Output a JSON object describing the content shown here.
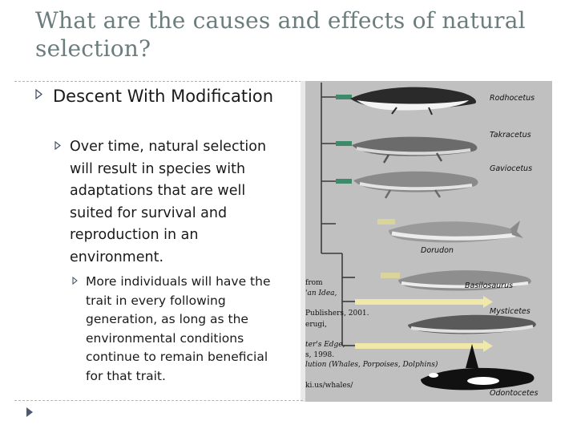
{
  "slide": {
    "title": "What are the causes and effects of natural selection?",
    "bullet1": "Descent With Modification",
    "bullet2": "Over time, natural selection will result in species with adaptations that are well suited for survival and reproduction in an environment.",
    "bullet3": "More individuals will have the trait in every following generation, as long as the environmental conditions continue to remain beneficial for that trait."
  },
  "figure": {
    "labels": [
      "Rodhocetus",
      "Takracetus",
      "Gaviocetus",
      "Dorudon",
      "Basilosaurus",
      "Mysticetes",
      "Odontocetes"
    ],
    "credit_fragments": [
      "from",
      "'an Idea,",
      "Publishers, 2001.",
      "erugi,",
      "ter's Edge,",
      "s, 1998.",
      "lution (Whales, Porpoises, Dolphins)",
      "ki.us/whales/"
    ]
  },
  "colors": {
    "title": "#6b7d7c",
    "rule": "#a9b8b6",
    "figure_bg": "#bfc0bf",
    "marker_green": "#3e8a6a",
    "marker_yellow": "#d8d49a"
  },
  "icons": [
    "outline-triangle-bullet-icon",
    "slide-nav-icon"
  ]
}
